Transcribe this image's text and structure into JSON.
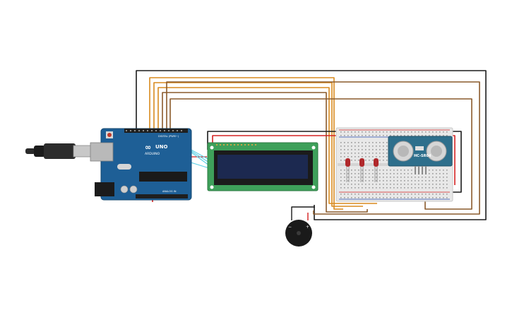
{
  "arduino": {
    "brand": "ARDUINO",
    "model": "UNO",
    "digital_header": "DIGITAL (PWM~)",
    "analog_header": "ANALOG IN"
  },
  "sensor": {
    "model": "HC-SR04"
  },
  "colors": {
    "canvas_bg": "#ffffff",
    "board_blue": "#1e5f96",
    "lcd_pcb": "#3ea05a",
    "lcd_screen": "#1c2950",
    "breadboard": "#e8e8e8",
    "sensor_pcb": "#2e6f8c",
    "led_red": "#b0282b",
    "wire_black": "#1b1b1b",
    "wire_orange": "#d88a1f",
    "wire_brown": "#8a5a2b",
    "wire_red": "#d42020",
    "wire_cyan": "#5ad0e6",
    "buzzer": "#1a1a1a"
  },
  "components": [
    {
      "name": "usb-cable",
      "type": "cable"
    },
    {
      "name": "arduino-uno-board",
      "type": "microcontroller"
    },
    {
      "name": "lcd-16x2-display",
      "type": "display"
    },
    {
      "name": "breadboard",
      "type": "breadboard"
    },
    {
      "name": "led",
      "type": "led",
      "count": 3
    },
    {
      "name": "ultrasonic-sensor",
      "type": "sensor"
    },
    {
      "name": "piezo-buzzer",
      "type": "buzzer"
    }
  ]
}
